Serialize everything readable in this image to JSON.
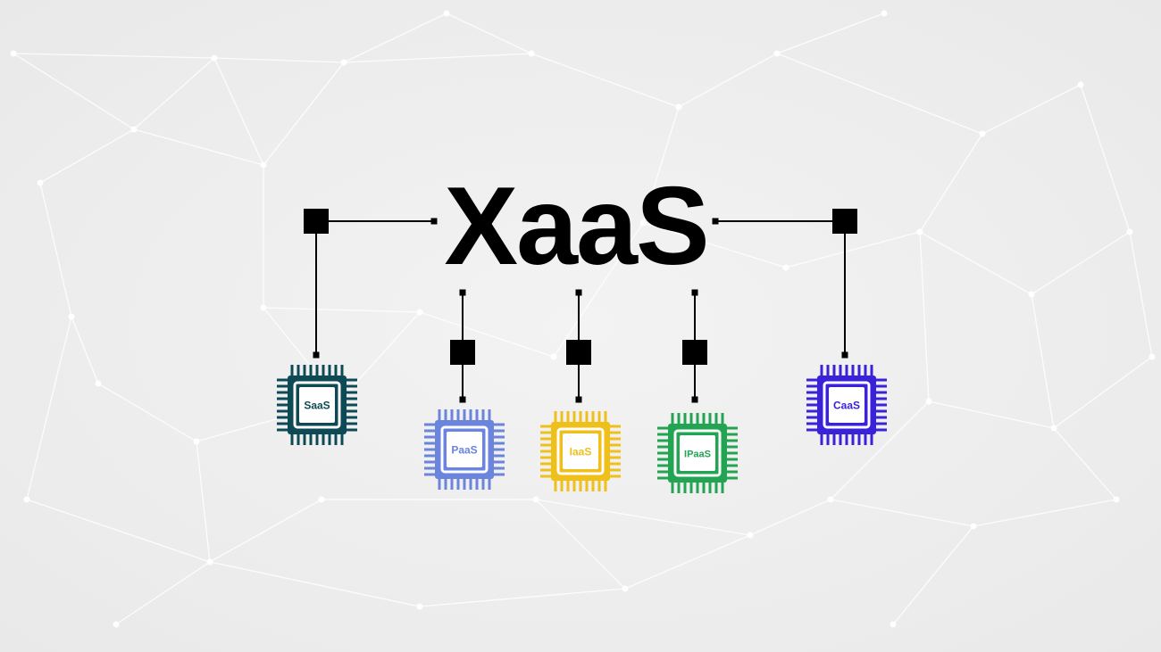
{
  "title": "XaaS",
  "chips": [
    {
      "label": "SaaS",
      "color": "#0e4a55"
    },
    {
      "label": "PaaS",
      "color": "#6b84dc"
    },
    {
      "label": "IaaS",
      "color": "#efbf1a"
    },
    {
      "label": "IPaaS",
      "color": "#22a452"
    },
    {
      "label": "CaaS",
      "color": "#3a22d8"
    }
  ],
  "colors": {
    "line": "#000000",
    "background": "#efefef"
  }
}
